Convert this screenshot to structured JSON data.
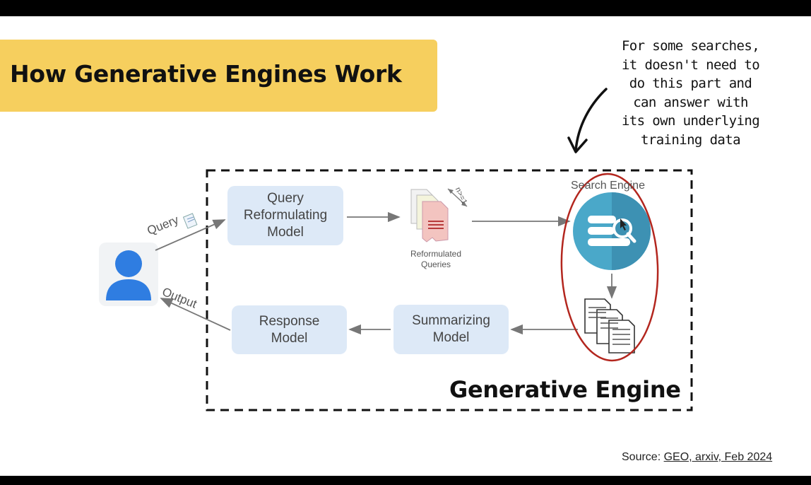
{
  "slide": {
    "title": "How Generative Engines Work",
    "annotation_lines": [
      "For some searches,",
      "it doesn't need to",
      "do this part and",
      "can answer with",
      "its own underlying",
      "training data"
    ],
    "source_prefix": "Source:",
    "source_link": "GEO, arxiv, Feb 2024"
  },
  "diagram": {
    "query_label": "Query",
    "output_label": "Output",
    "query_reformulating_model": [
      "Query",
      "Reformulating",
      "Model"
    ],
    "reformulated_queries": [
      "Reformulated",
      "Queries"
    ],
    "n_label": "n>=1",
    "search_engine_label": "Search Engine",
    "summarizing_model": [
      "Summarizing",
      "Model"
    ],
    "response_model": [
      "Response",
      "Model"
    ],
    "container_label": "Generative Engine"
  },
  "colors": {
    "title_banner": "#f6cf5e",
    "model_box": "#dde9f7",
    "search_engine_icon": "#4aa8c9",
    "user_icon": "#2f7de1",
    "highlight_circle": "#b3261e"
  }
}
